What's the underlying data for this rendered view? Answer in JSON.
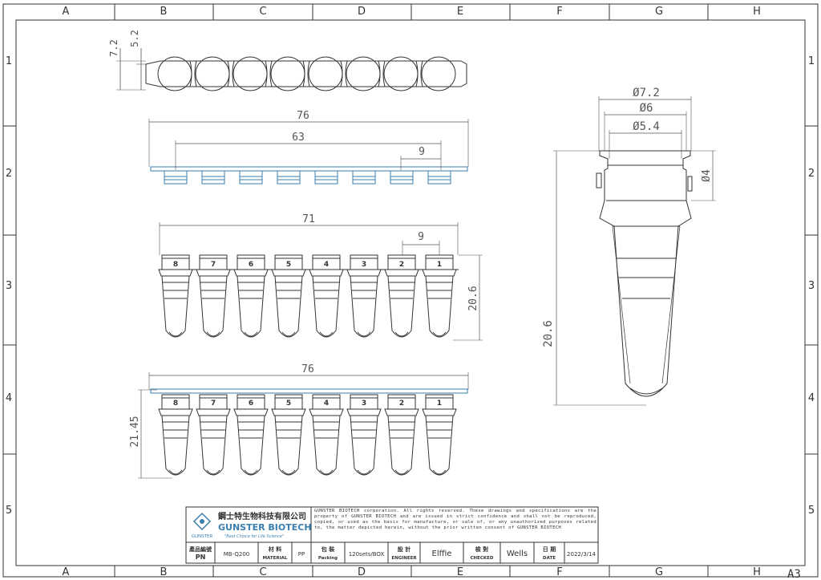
{
  "grid": {
    "cols": [
      "A",
      "B",
      "C",
      "D",
      "E",
      "F",
      "G",
      "H"
    ],
    "rows": [
      "1",
      "2",
      "3",
      "4",
      "5"
    ],
    "sheet_size": "A3"
  },
  "top_view": {
    "dims": [
      "7.2",
      "5.2"
    ]
  },
  "cap_strip": {
    "dims": [
      "76",
      "63",
      "9"
    ]
  },
  "tube_strip": {
    "dims": [
      "71",
      "9",
      "20.6"
    ],
    "labels": [
      "8",
      "7",
      "6",
      "5",
      "4",
      "3",
      "2",
      "1"
    ]
  },
  "assembly": {
    "dims": [
      "76",
      "21.45"
    ],
    "labels": [
      "8",
      "7",
      "6",
      "5",
      "4",
      "3",
      "2",
      "1"
    ]
  },
  "tube_detail": {
    "dims": [
      "Ø7.2",
      "Ø6",
      "Ø5.4",
      "Ø4",
      "20.6"
    ]
  },
  "title_block": {
    "company_cn": "鋼士特生物科技有限公司",
    "company_en": "GUNSTER BIOTECH",
    "slogan": "\"Best Choice for Life Science\"",
    "logo_text": "GUNSTER",
    "notice": "GUNSTER BIOTECH corporation. All rights reserved. These drawings and specifications are the property of GUNSTER BIOTECH and are issued in strict confidence and shall not be reproduced, copied, or used as the basis for manufacture, or sale of, or any unauthorized purposes related to, the matter depicted herein, without the prior written consent of GUNSTER BIOTECH",
    "fields": [
      {
        "label_cn": "產品編號",
        "label_en": "PN",
        "value": "MB-Q200"
      },
      {
        "label_cn": "材 料",
        "label_en": "MATERIAL",
        "value": "PP"
      },
      {
        "label_cn": "包 裝",
        "label_en": "Packing",
        "value": "120sets/BOX"
      },
      {
        "label_cn": "設 計",
        "label_en": "ENGINEER",
        "value": "Elffie"
      },
      {
        "label_cn": "檢 對",
        "label_en": "CHECKED",
        "value": "Wells"
      },
      {
        "label_cn": "日 期",
        "label_en": "DATE",
        "value": "2022/3/14"
      }
    ]
  },
  "colors": {
    "line": "#333333",
    "cap": "#3a7fb0",
    "dim": "#555555"
  }
}
